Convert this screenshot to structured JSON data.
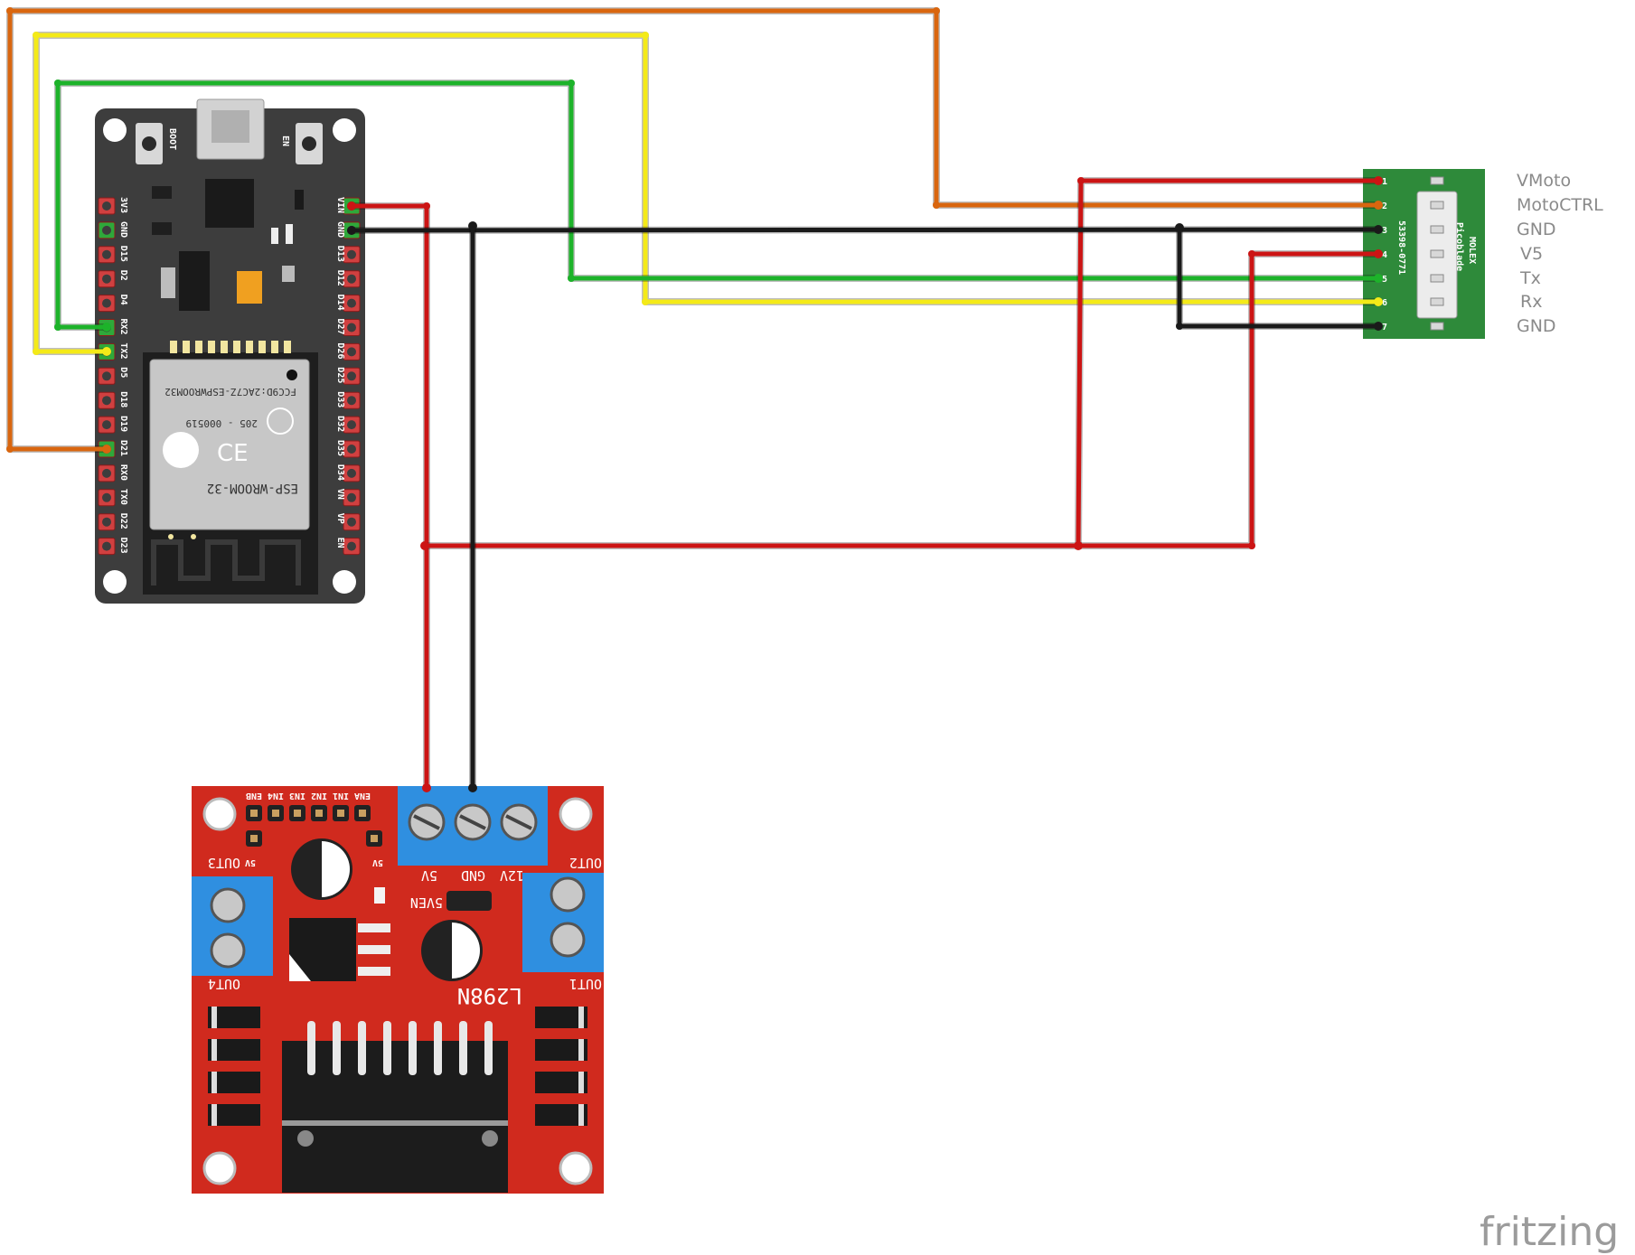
{
  "branding": {
    "logo_text": "fritzing"
  },
  "esp32": {
    "buttons": {
      "boot": "BOOT",
      "en": "EN"
    },
    "module_lines": [
      "FCC9D:2AC7Z-ESPWROOM32",
      "205 - 000519",
      "ESP-WROOM-32"
    ],
    "left_pins": [
      "3V3",
      "GND",
      "D15",
      "D2",
      "D4",
      "RX2",
      "TX2",
      "D5",
      "D18",
      "D19",
      "D21",
      "RX0",
      "TX0",
      "D22",
      "D23"
    ],
    "right_pins": [
      "VIN",
      "GND",
      "D13",
      "D12",
      "D14",
      "D27",
      "D26",
      "D25",
      "D33",
      "D32",
      "D35",
      "D34",
      "VN",
      "VP",
      "EN"
    ]
  },
  "l298n": {
    "chip": "L298N",
    "header_pins": [
      "ENA",
      "IN1",
      "IN2",
      "IN3",
      "IN4",
      "ENB"
    ],
    "terminal_labels": {
      "v5": "5V",
      "gnd": "GND",
      "v12": "12V",
      "enable": "5VEN"
    },
    "outputs": {
      "out1": "OUT1",
      "out2": "OUT2",
      "out3": "OUT3",
      "out4": "OUT4"
    },
    "side_5v": "5V"
  },
  "connector": {
    "maker": "MOLEX",
    "series": "Picoblade",
    "part": "53398-0771",
    "pins": [
      {
        "num": "1",
        "name": "VMoto"
      },
      {
        "num": "2",
        "name": "MotoCTRL"
      },
      {
        "num": "3",
        "name": "GND"
      },
      {
        "num": "4",
        "name": "V5"
      },
      {
        "num": "5",
        "name": "Tx"
      },
      {
        "num": "6",
        "name": "Rx"
      },
      {
        "num": "7",
        "name": "GND"
      }
    ]
  },
  "wire_colors": {
    "orange": "#d9660f",
    "yellow": "#f4ea18",
    "green": "#1db32a",
    "red": "#cc1414",
    "black": "#1a1a1a"
  }
}
